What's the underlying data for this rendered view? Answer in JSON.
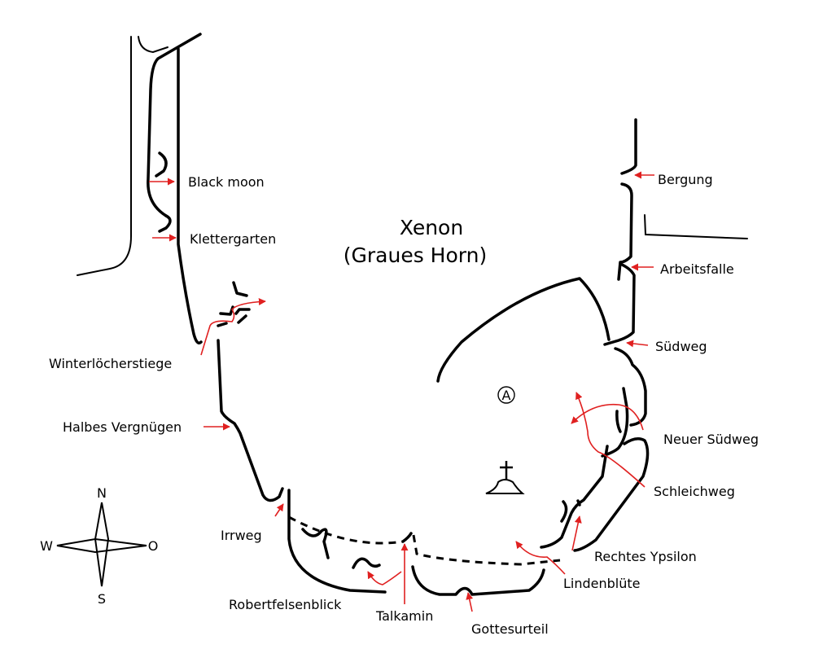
{
  "title": {
    "line1": "Xenon",
    "line2": "(Graues Horn)"
  },
  "sector_marker": "A",
  "compass": {
    "north": "N",
    "south": "S",
    "west": "W",
    "east": "O"
  },
  "routes": [
    "Black moon",
    "Klettergarten",
    "Winterlöcherstiege",
    "Halbes Vergnügen",
    "Irrweg",
    "Robertfelsenblick",
    "Talkamin",
    "Gottesurteil",
    "Lindenblüte",
    "Rechtes Ypsilon",
    "Schleichweg",
    "Neuer Südweg",
    "Südweg",
    "Arbeitsfalle",
    "Bergung"
  ],
  "colors": {
    "outline": "#000000",
    "route_arrow": "#e02020"
  },
  "icons": [
    "summit-cross-icon",
    "compass-rose-icon",
    "arrow-icon"
  ]
}
